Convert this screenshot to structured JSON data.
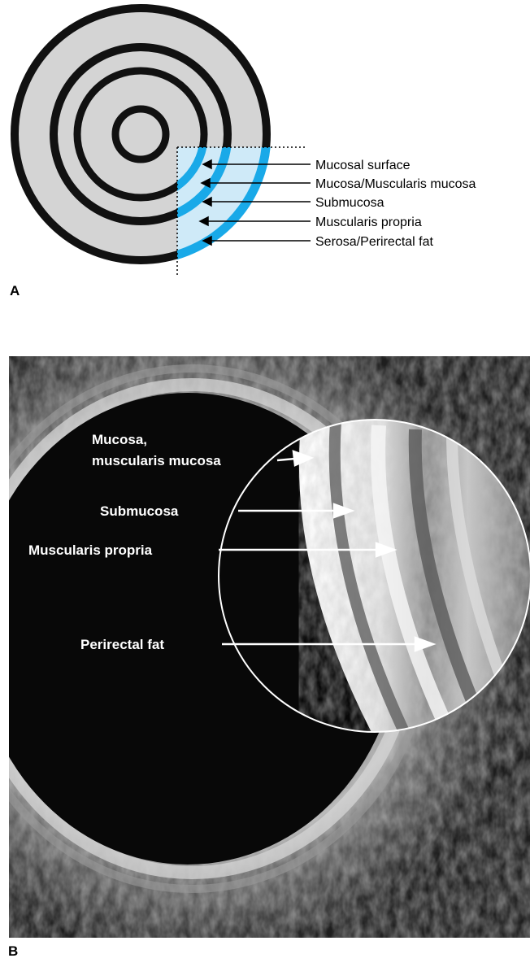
{
  "panel_a": {
    "letter": "A",
    "layer_labels": [
      "Mucosal surface",
      "Mucosa/Muscularis mucosa",
      "Submucosa",
      "Muscularis propria",
      "Serosa/Perirectal fat"
    ],
    "colors": {
      "ring_stroke": "#111111",
      "wall_fill": "#d4d4d4",
      "highlight_band": "#19a9e8",
      "highlight_fill": "#cfeaf8"
    }
  },
  "panel_b": {
    "letter": "B",
    "labels": {
      "mucosa_line1": "Mucosa,",
      "mucosa_line2": "muscularis mucosa",
      "submucosa": "Submucosa",
      "muscularis_propria": "Muscularis propria",
      "perirectal_fat": "Perirectal fat"
    }
  }
}
